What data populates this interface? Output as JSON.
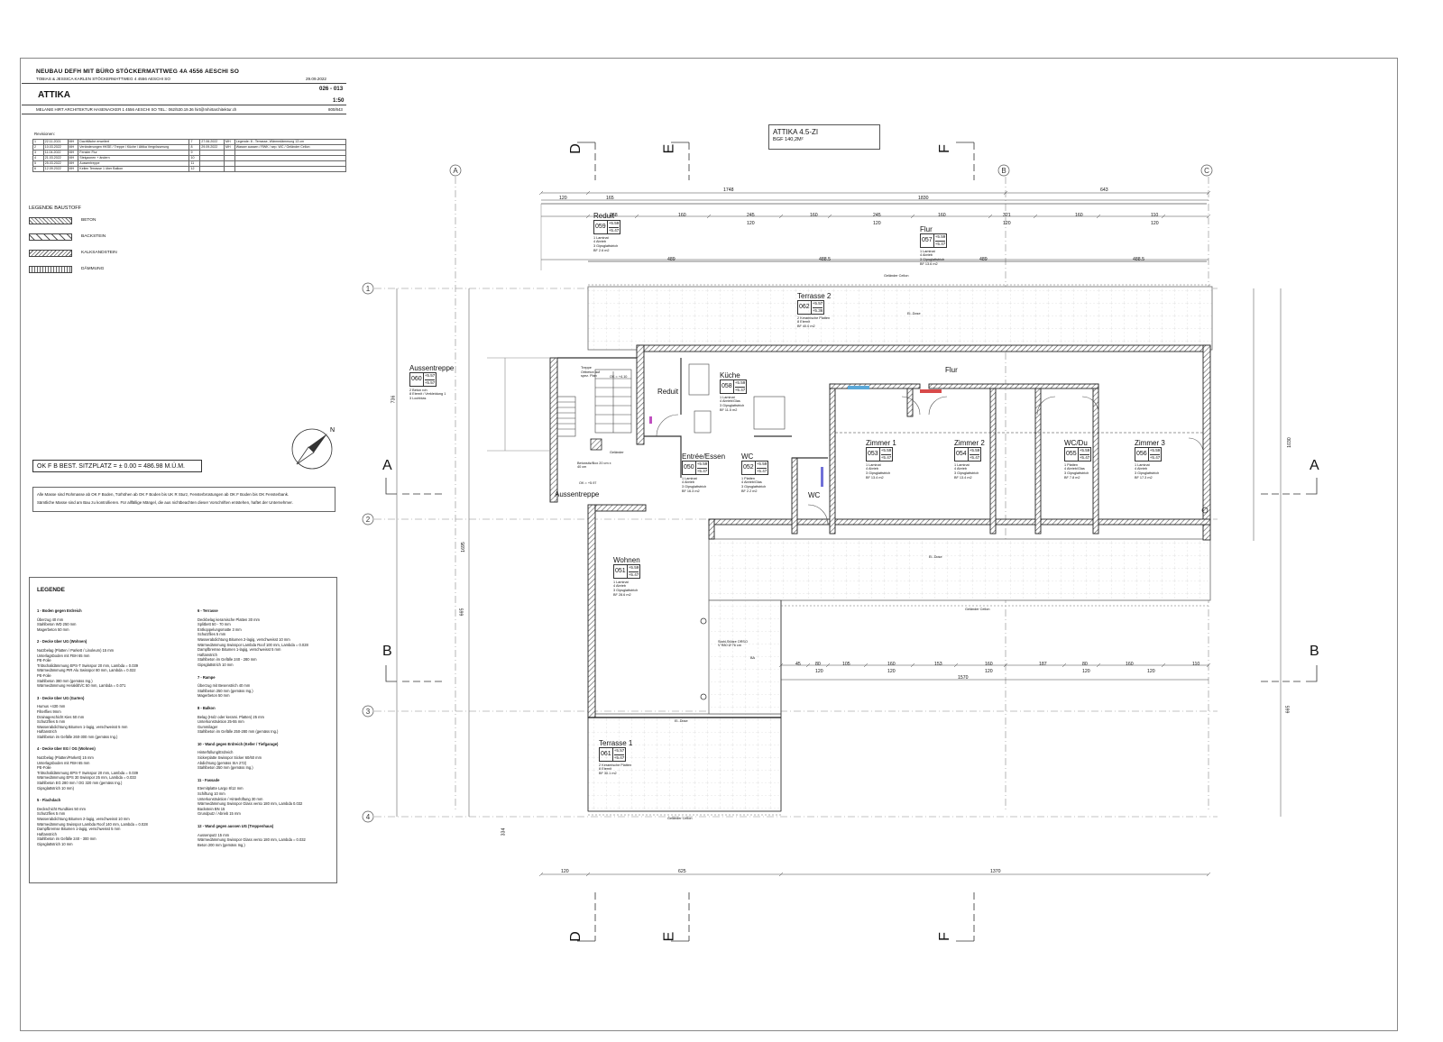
{
  "title_block": {
    "project": "NEUBAU DEFH MIT BÜRO  STÖCKERMATTWEG 4A   4556 AESCHI SO",
    "client": "TOBIAS & JESSICA KARLEN   STÖCKERMATTWEG 4   4556 AESCHI SO",
    "date": "29.09.2022",
    "floor": "ATTIKA",
    "plan_no": "026 - 013",
    "scale": "1:50",
    "architect": "MELANIE HIRT ARCHITEKTUR   HASENACKER 1   4556 AESCHI SO   TEL.: 062/530.19.36   hirt@mhirtarchitektur.ch",
    "job_no": "800/843"
  },
  "revisions_label": "Revisionen:",
  "revisions_left": [
    {
      "n": "1",
      "date": "22.11.2021",
      "by": "MH",
      "text": "Dachfläche erweitert"
    },
    {
      "n": "2",
      "date": "10.03.2022",
      "by": "MH",
      "text": "Veränderungen HKSE / Treppe / Küche / Attika Vergrösserung"
    },
    {
      "n": "3",
      "date": "11.04.2022",
      "by": "MH",
      "text": "Fenster Flur"
    },
    {
      "n": "4",
      "date": "21.03.2022",
      "by": "MH",
      "text": "Steigzonen + ändern"
    },
    {
      "n": "5",
      "date": "25.03.2022",
      "by": "MH",
      "text": "Aussentreppe"
    },
    {
      "n": "6",
      "date": "12.09.2022",
      "by": "MH",
      "text": "Kellen Terrasse 1 über Balkon"
    }
  ],
  "revisions_right": [
    {
      "n": "7",
      "date": "27.06.2022",
      "by": "MH",
      "text": "Legende: 8 - Terrasse, Wärmedämmung 13 cm"
    },
    {
      "n": "8",
      "date": "29.09.2022",
      "by": "MH",
      "text": "Wasser aussen / RWK / sep. WC / Geländer Cellon"
    },
    {
      "n": "9",
      "date": "",
      "by": "",
      "text": ""
    },
    {
      "n": "10",
      "date": "",
      "by": "",
      "text": ""
    },
    {
      "n": "11",
      "date": "",
      "by": "",
      "text": ""
    },
    {
      "n": "12",
      "date": "",
      "by": "",
      "text": ""
    }
  ],
  "material_legend": {
    "title": "LEGENDE  BAUSTOFF",
    "items": [
      "BETON",
      "BACKSTEIN",
      "KALKSANDSTEIN",
      "DÄMMUNG"
    ]
  },
  "north_label": "N",
  "ok_box": "OK F B BEST. SITZPLATZ = ± 0.00 = 486.98 M.Ü.M.",
  "notes": [
    "Alle Masse sind Rohmasse ab OK F Boden, Türhöhen ab OK F Boden bis UK R Sturz, Fensterbrüstungen ab OK F Boden bis OK Fensterbank.",
    "Sämtliche Masse sind am Bau zu kontrollieren. Für allfällige Mängel, die aus nichtbeachten dieser Vorschriften entstehen, haftet der Unternehmer."
  ],
  "legend": {
    "title": "LEGENDE",
    "left": [
      {
        "h": "1 - Boden gegen Erdreich",
        "l": [
          "Überzug 40 mm",
          "Stahlbeton WD 250 mm",
          "Magerbeton 50 mm"
        ]
      },
      {
        "h": "2 - Decke über UG (Wohnen)",
        "l": [
          "Nutzbelag (Platten / Parkett / Linoleum) 15 mm",
          "Unterlagsboden mit FBH 65 mm",
          "PE-Folie",
          "Trittschalldämmung EPS-T Swisspor 20 mm, Lambda = 0.039",
          "Wärmedämmung PIR Alu Swisspor 80 mm, Lambda = 0.022",
          "PE-Folie",
          "Stahlbeton 380 mm (gemäss Ing.)",
          "Wärmedämmung Heraklith/C 50 mm, Lambda = 0.071"
        ]
      },
      {
        "h": "3 - Decke über UG (Garten)",
        "l": [
          "Humus +430 mm",
          "Filterflies 9mm",
          "Drainageschicht Kies 50 mm",
          "Schutzflies 5 mm",
          "Wasserabdichtung Bitumen 1-lagig, verschweisst 5 mm",
          "Haftanstrich",
          "Stahlbeton im Gefälle 260-300 mm (gemäss Ing.)"
        ]
      },
      {
        "h": "4 - Decke über EG / OG (Wohnen)",
        "l": [
          "Nutzbelag (Platten/Parkett) 15 mm",
          "Unterlagsboden mit FBH 65 mm",
          "PE-Folie",
          "Trittschalldämmung EPS-T Swisspor 20 mm, Lambda = 0.039",
          "Wärmedämmung EPS 30 Swisspor 25 mm, Lambda = 0.033",
          "Stahlbeton EG 280 mm / OG 320 mm (gemäss Ing.)",
          "Gipsglattstrich 10 mm)"
        ]
      },
      {
        "h": "5 - Flachdach",
        "l": [
          "Deckschicht Rundkies 50 mm",
          "Schutzflies 5 mm",
          "Wasserabdichtung Bitumen 2-lagig, verschweisst 10 mm",
          "Wärmedämmung Swisspor Lambda Roof 140 mm, Lambda = 0.028",
          "Dampfbremse Bitumen 1-lagig, verschweisst 5 mm",
          "Haftanstrich",
          "Stahlbeton im Gefälle 240 - 300 mm",
          "Gipsglattstrich 10 mm"
        ]
      }
    ],
    "right": [
      {
        "h": "6 - Terrasse",
        "l": [
          "Deckbelag keramische Platten 30 mm",
          "Splitbett 50 - 70 mm",
          "Entkoppelungsmatte 3 mm",
          "Schutzflies 5 mm",
          "Wasserabdichtung Bitumen 2-lagig, verschweisst 10 mm",
          "Wärmedämmung Swisspor Lambda Roof 100 mm, Lambda = 0.028",
          "Dampfbremse Bitumen 1-lagig, verschweisst 5 mm",
          "Haftanstrich",
          "Stahlbeton im Gefälle 240 - 280 mm",
          "Gipsglattstrich 10 mm"
        ]
      },
      {
        "h": "7 - Rampe",
        "l": [
          "Überzug mit Besenstrich 40 mm",
          "Stahlbeton 250 mm (gemäss Ing.)",
          "Magerbeton 50 mm"
        ]
      },
      {
        "h": "8 - Balkon",
        "l": [
          "Belag (Holz oder kerami. Platten) 25 mm",
          "Unterkonstruktion 25-55 mm",
          "Gummilager",
          "Stahlbeton im Gefälle 250-280 mm (gemäss Ing.)"
        ]
      },
      {
        "h": "10 - Wand gegen Erdreich (Keller / Tiefgarage)",
        "l": [
          "Hinterfüllung/Erdreich",
          "Sickerplatte Swisspor Sicker 60/60 mm",
          "Abdichtung (gemäss SIA 272)",
          "Stahlbeton 250 mm (gemäss Ing.)"
        ]
      },
      {
        "h": "11 - Fassade",
        "l": [
          "Eternitplatte Largo 8/12 mm",
          "Schiftung 10 mm",
          "Unterkonstruktion / Hinterlüftung 30 mm",
          "Wärmedämmung Swisspor Glass vento 180 mm, Lambda 0.032",
          "Backstein BN 15",
          "Grundputz / Abrieb 15 mm"
        ]
      },
      {
        "h": "12 - Wand gegen aussen UG (Treppenhaus)",
        "l": [
          "Aussenputz 15 mm",
          "Wärmedämmung Swisspor Glass vento 180 mm, Lambda = 0.032",
          "Beton 200 mm (gemäss Ing.)"
        ]
      }
    ]
  },
  "plan": {
    "title": "ATTIKA 4.5-ZI",
    "subtitle": "BGF 140,2M²",
    "section_marks": {
      "a": "A",
      "b": "B",
      "d": "D",
      "e": "E",
      "f": "F"
    },
    "axes_top": [
      "A",
      "B",
      "C"
    ],
    "axes_left": [
      "1",
      "2",
      "3",
      "4"
    ],
    "railing": "Geländer Cellon",
    "rooms": [
      {
        "id": "reduit-top",
        "name": "Reduit",
        "num": "059",
        "l1": "+5.59",
        "l2": "+5.47",
        "spec": [
          "1  Laminat",
          "4  Abrieb",
          "3  Gipsglattstrich",
          "BF 2.6 m2"
        ]
      },
      {
        "id": "flur-top",
        "name": "Flur",
        "num": "057",
        "l1": "+5.59",
        "l2": "+5.47",
        "spec": [
          "1  Laminat",
          "4  Abrieb",
          "3  Gipsglattstrich",
          "BF 13.6 m2"
        ]
      },
      {
        "id": "terrasse2",
        "name": "Terrasse 2",
        "num": "062",
        "l1": "+5.57",
        "l2": "+5.36",
        "spec": [
          "2  Keramische Platten",
          "8  Eternit",
          "BF 40.0 m2"
        ]
      },
      {
        "id": "aussentreppe-top",
        "name": "Aussentreppe",
        "num": "060",
        "l1": "+5.57",
        "l2": "+5.57",
        "spec": [
          "2  Beton roh",
          "8  Eternit / Verkleidung 1",
          "3  Lochblas"
        ]
      },
      {
        "id": "kueche",
        "name": "Küche",
        "num": "058",
        "l1": "+5.59",
        "l2": "+5.47",
        "spec": [
          "1  Laminat",
          "4  Abrieb/Glas",
          "3  Gipsglattstrich",
          "BF 11.5 m2"
        ]
      },
      {
        "id": "entree",
        "name": "Entrée/Essen",
        "num": "050",
        "l1": "+5.59",
        "l2": "+5.47",
        "spec": [
          "1  Laminat",
          "4  Abrieb",
          "3  Gipsglattstrich",
          "BF 16.3 m2"
        ]
      },
      {
        "id": "wc",
        "name": "WC",
        "num": "052",
        "l1": "+5.59",
        "l2": "+5.47",
        "spec": [
          "1  Platten",
          "4  Abrieb/Glas",
          "3  Gipsglattstrich",
          "BF 2.2 m2"
        ]
      },
      {
        "id": "zimmer1",
        "name": "Zimmer 1",
        "num": "053",
        "l1": "+5.59",
        "l2": "+5.47",
        "spec": [
          "1  Laminat",
          "4  Abrieb",
          "3  Gipsglattstrich",
          "BF 13.4 m2"
        ]
      },
      {
        "id": "zimmer2",
        "name": "Zimmer 2",
        "num": "054",
        "l1": "+5.59",
        "l2": "+5.47",
        "spec": [
          "1  Laminat",
          "4  Abrieb",
          "3  Gipsglattstrich",
          "BF 13.4 m2"
        ]
      },
      {
        "id": "wcdu",
        "name": "WC/Du",
        "num": "055",
        "l1": "+5.59",
        "l2": "+5.47",
        "spec": [
          "1  Platten",
          "4  Abrieb/Glas",
          "3  Gipsglattstrich",
          "BF 7.8 m2"
        ]
      },
      {
        "id": "zimmer3",
        "name": "Zimmer 3",
        "num": "056",
        "l1": "+5.59",
        "l2": "+5.47",
        "spec": [
          "1  Laminat",
          "4  Abrieb",
          "3  Gipsglattstrich",
          "BF 17.3 m2"
        ]
      },
      {
        "id": "wohnen",
        "name": "Wohnen",
        "num": "051",
        "l1": "+5.59",
        "l2": "+5.47",
        "spec": [
          "1  Laminat",
          "4  Abrieb",
          "3  Gipsglattstrich",
          "BF 28.6 m2"
        ]
      },
      {
        "id": "terrasse1",
        "name": "Terrasse 1",
        "num": "061",
        "l1": "+5.57",
        "l2": "+5.47",
        "spec": [
          "2  Keramische Platten",
          "8  Eternit",
          "BF 30.1 m2"
        ]
      }
    ],
    "labels": {
      "reduit": "Reduit",
      "flur": "Flur",
      "wc_small": "WC",
      "aussentreppe": "Aussentreppe",
      "treppe": "Treppe Ortbeton auf spez. Plan",
      "ok1": "OK = +4.10",
      "ok2": "OK = +5.97",
      "betonsitz": "Betonsitz/Box 20 cm x 40 cm",
      "geländer": "Geländer",
      "eldose": "El.-Dose",
      "stahl": "Stahl-Stütze ORSO V R80 Ø 76 cm",
      "ba": "BA"
    },
    "dims_top_overall": [
      "120",
      "1748",
      "643"
    ],
    "dims_top2": [
      "165",
      "1830"
    ],
    "dims_top3": [
      "268",
      "160",
      "245",
      "160",
      "245",
      "160",
      "321",
      "160",
      "110"
    ],
    "dims_top4": [
      "120",
      "120",
      "120",
      "120"
    ],
    "dims_row5": [
      "489",
      "488.5",
      "489",
      "488.5"
    ],
    "dims_bottom_inner": [
      "45",
      "80",
      "105",
      "160",
      "153",
      "160",
      "187",
      "80",
      "160",
      "110"
    ],
    "dims_bottom_inner2": [
      "120",
      "120",
      "120",
      "120",
      "120"
    ],
    "dim_1570": "1570",
    "dims_bottom": [
      "120",
      "625",
      "1370"
    ],
    "dims_left": [
      "736",
      "1695",
      "665",
      "334"
    ],
    "dims_right": [
      "1030",
      "665"
    ]
  }
}
